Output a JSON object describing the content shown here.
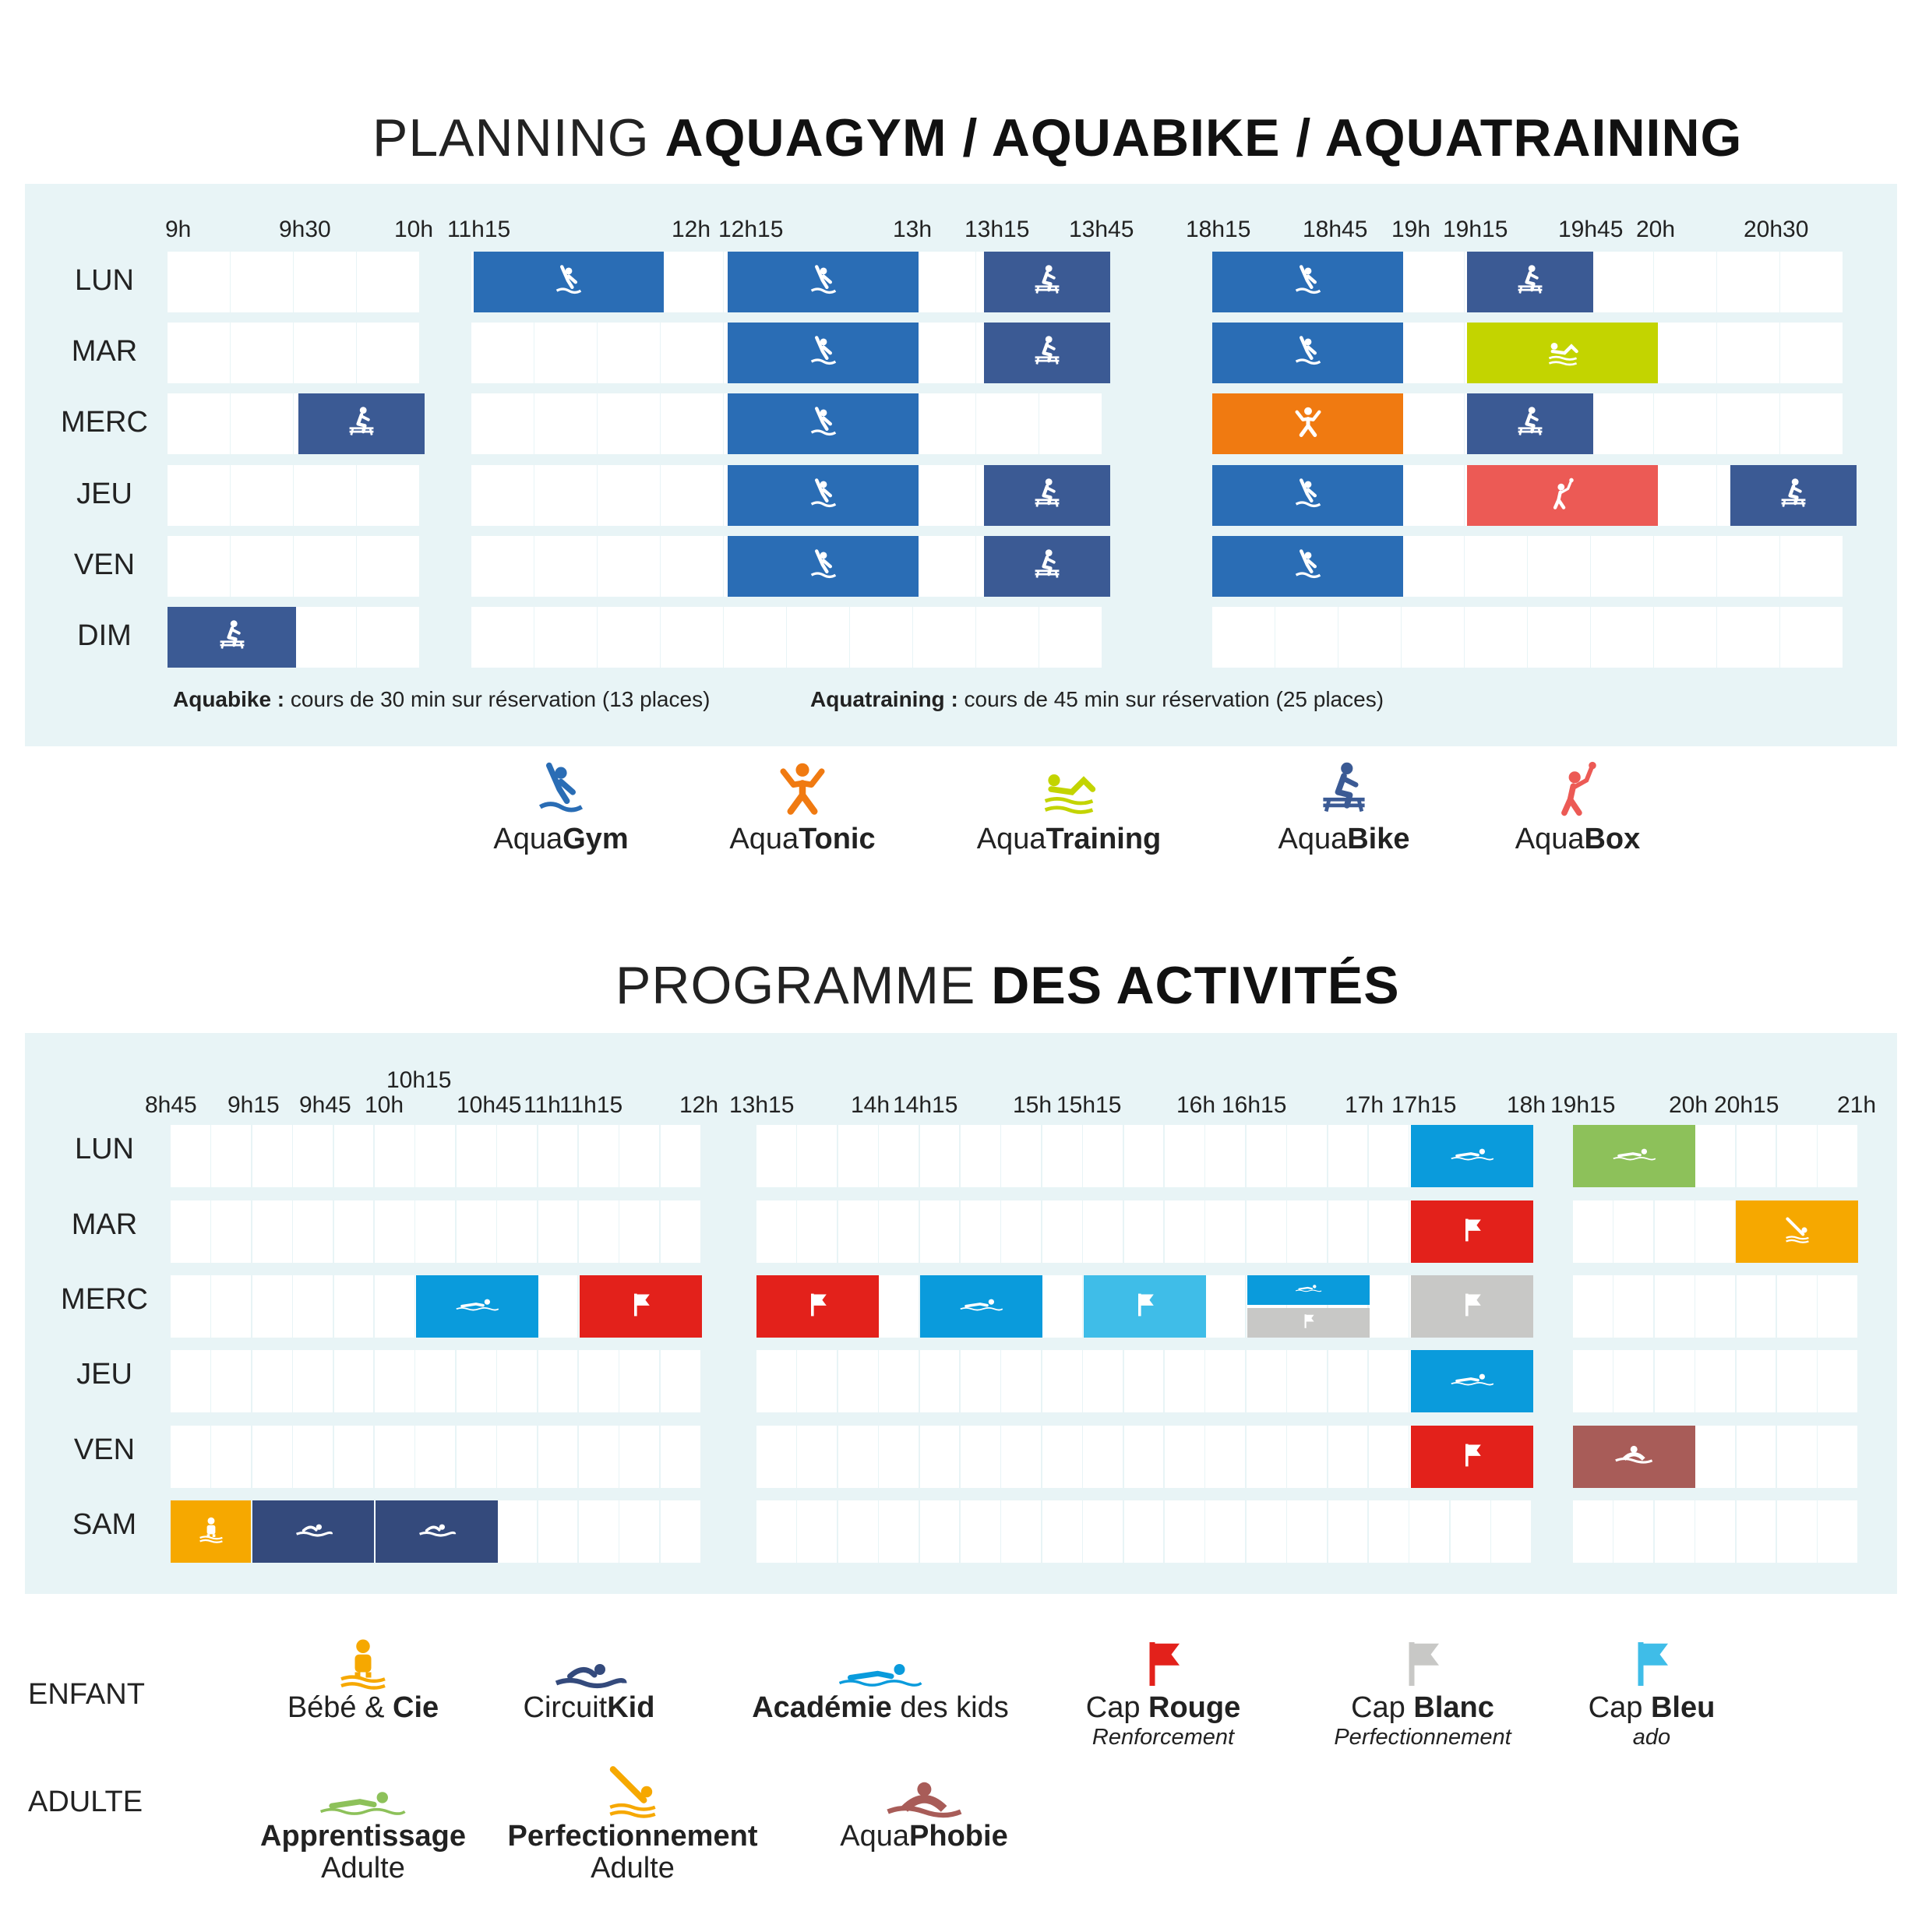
{
  "aqua": {
    "title_light": "PLANNING ",
    "title_bold": "AQUAGYM / AQUABIKE / AQUATRAINING",
    "ticks": [
      "9h",
      "9h30",
      "10h",
      "11h15",
      "12h",
      "12h15",
      "13h",
      "13h15",
      "13h45",
      "18h15",
      "18h45",
      "19h",
      "19h15",
      "19h45",
      "20h",
      "20h30"
    ],
    "days": [
      "LUN",
      "MAR",
      "MERC",
      "JEU",
      "VEN",
      "DIM"
    ],
    "note1_bold": "Aquabike :",
    "note1": " cours de 30 min sur réservation (13 places)",
    "note2_bold": "Aquatraining :",
    "note2": " cours de 45 min sur réservation (25 places)",
    "legend": [
      {
        "light": "Aqua",
        "bold": "Gym",
        "icon": "aquagym-icon",
        "color": "#2a6db5"
      },
      {
        "light": "Aqua",
        "bold": "Tonic",
        "icon": "aquatonic-icon",
        "color": "#f07a11"
      },
      {
        "light": "Aqua",
        "bold": "Training",
        "icon": "aquatraining-icon",
        "color": "#c3d400"
      },
      {
        "light": "Aqua",
        "bold": "Bike",
        "icon": "aquabike-icon",
        "color": "#3b5a94"
      },
      {
        "light": "Aqua",
        "bold": "Box",
        "icon": "aquabox-icon",
        "color": "#ec5a55"
      }
    ],
    "colors": {
      "gym": "#2a6db5",
      "tonic": "#f07a11",
      "training": "#c3d400",
      "bike": "#3b5a94",
      "box": "#ec5a55"
    }
  },
  "prog": {
    "title_light": "PROGRAMME ",
    "title_bold": "DES ACTIVITÉS",
    "ticks": [
      "8h45",
      "9h15",
      "9h45",
      "10h",
      "10h15",
      "10h45",
      "11h",
      "11h15",
      "12h",
      "13h15",
      "14h",
      "14h15",
      "15h",
      "15h15",
      "16h",
      "16h15",
      "17h",
      "17h15",
      "18h",
      "19h15",
      "20h",
      "20h15",
      "21h"
    ],
    "days": [
      "LUN",
      "MAR",
      "MERC",
      "JEU",
      "VEN",
      "SAM"
    ],
    "row_enfant": "ENFANT",
    "row_adulte": "ADULTE",
    "legend_enfant": [
      {
        "light": "Bébé & ",
        "bold": "Cie",
        "sub": "",
        "icon": "bebe-cie-icon",
        "color": "#f6a800"
      },
      {
        "light": "Circuit",
        "bold": "Kid",
        "sub": "",
        "icon": "circuit-kid-icon",
        "color": "#344a7c"
      },
      {
        "bold": "Académie",
        "light": " des kids",
        "sub": "",
        "icon": "academie-kids-icon",
        "color": "#0a9bdc"
      },
      {
        "light": "Cap ",
        "bold": "Rouge",
        "sub": "Renforcement",
        "icon": "cap-rouge-flag-icon",
        "color": "#e3211b"
      },
      {
        "light": "Cap ",
        "bold": "Blanc",
        "sub": "Perfectionnement",
        "icon": "cap-blanc-flag-icon",
        "color": "#c8c8c6"
      },
      {
        "light": "Cap ",
        "bold": "Bleu",
        "sub": "ado",
        "icon": "cap-bleu-flag-icon",
        "color": "#3fbde8"
      }
    ],
    "legend_adulte": [
      {
        "bold": "Apprentissage",
        "sub": "Adulte",
        "icon": "apprentissage-adulte-icon",
        "color": "#8dc15a"
      },
      {
        "bold": "Perfectionnement",
        "sub": "Adulte",
        "icon": "perfectionnement-adulte-icon",
        "color": "#f6a800"
      },
      {
        "light": "Aqua",
        "bold": "Phobie",
        "sub": "",
        "icon": "aquaphobie-icon",
        "color": "#a85c58"
      }
    ],
    "colors": {
      "bebe": "#f6a800",
      "kid": "#344a7c",
      "academie": "#0a9bdc",
      "rouge": "#e3211b",
      "blanc": "#c8c8c6",
      "bleu": "#3fbde8",
      "apprentissage": "#8dc15a",
      "perfectionnement": "#f6a800",
      "phobie": "#a85c58"
    }
  }
}
